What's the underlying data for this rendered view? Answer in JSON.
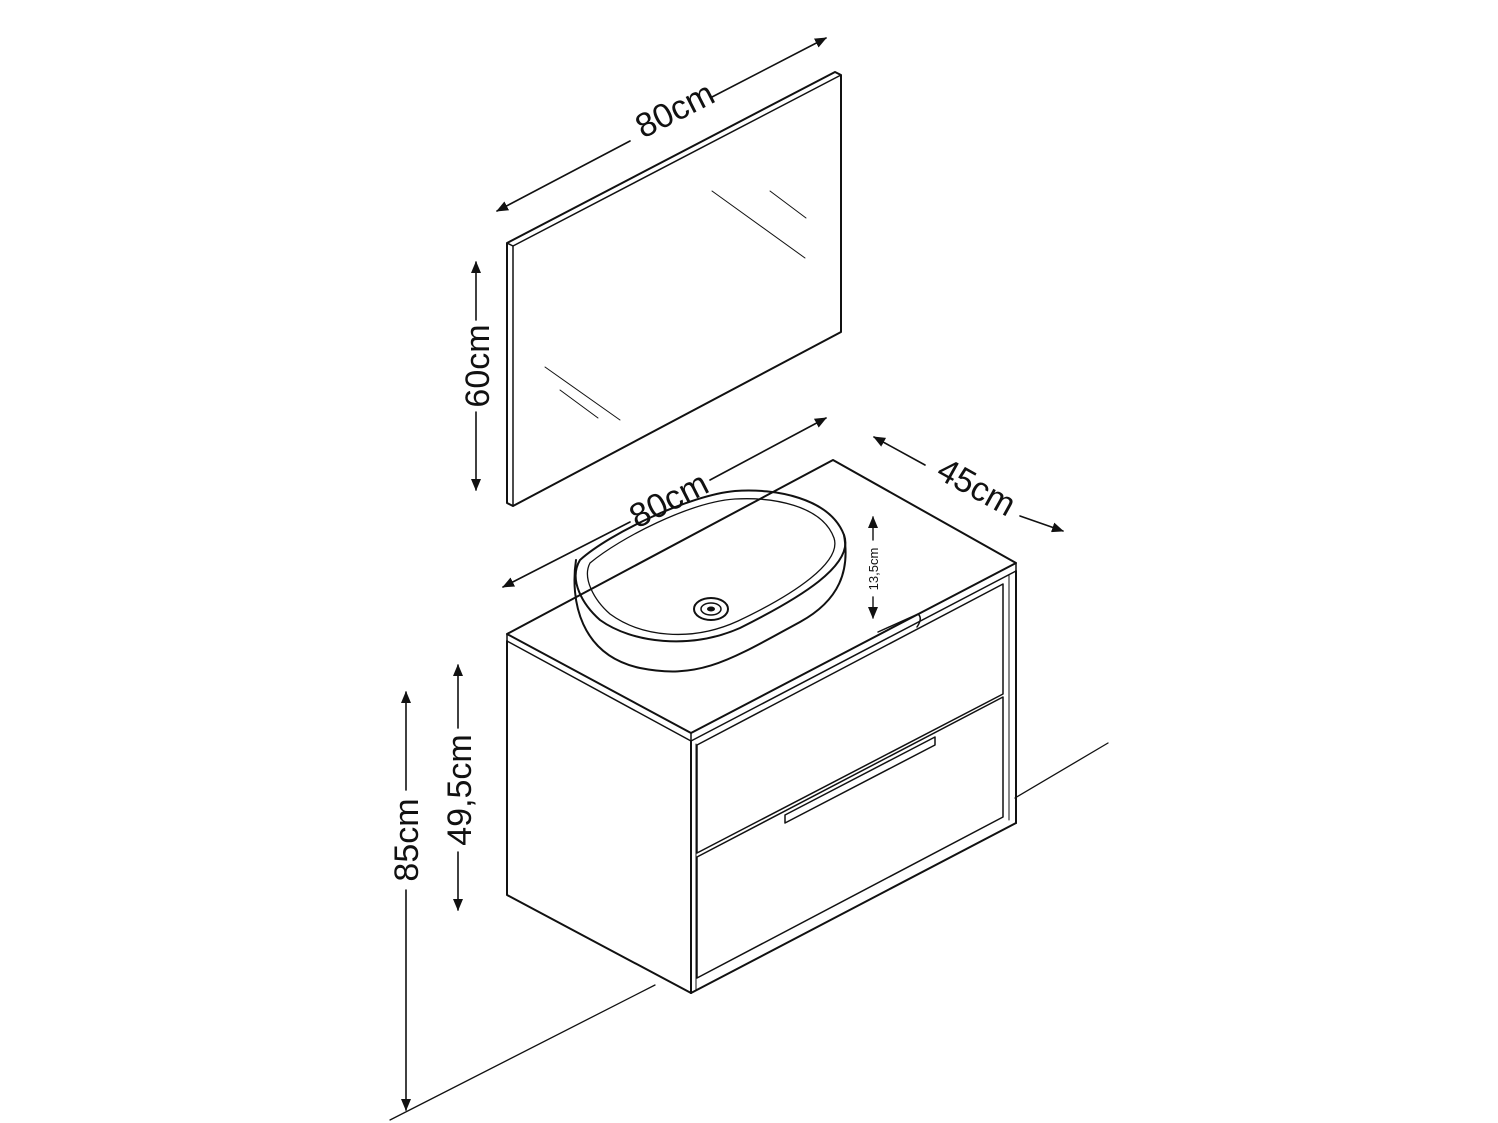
{
  "dimensions": {
    "mirror_width": "80cm",
    "mirror_height": "60cm",
    "cabinet_width": "80cm",
    "cabinet_depth": "45cm",
    "basin_height": "13,5cm",
    "cabinet_height": "49,5cm",
    "total_height": "85cm"
  },
  "colors": {
    "line": "#111111",
    "background": "#ffffff"
  }
}
